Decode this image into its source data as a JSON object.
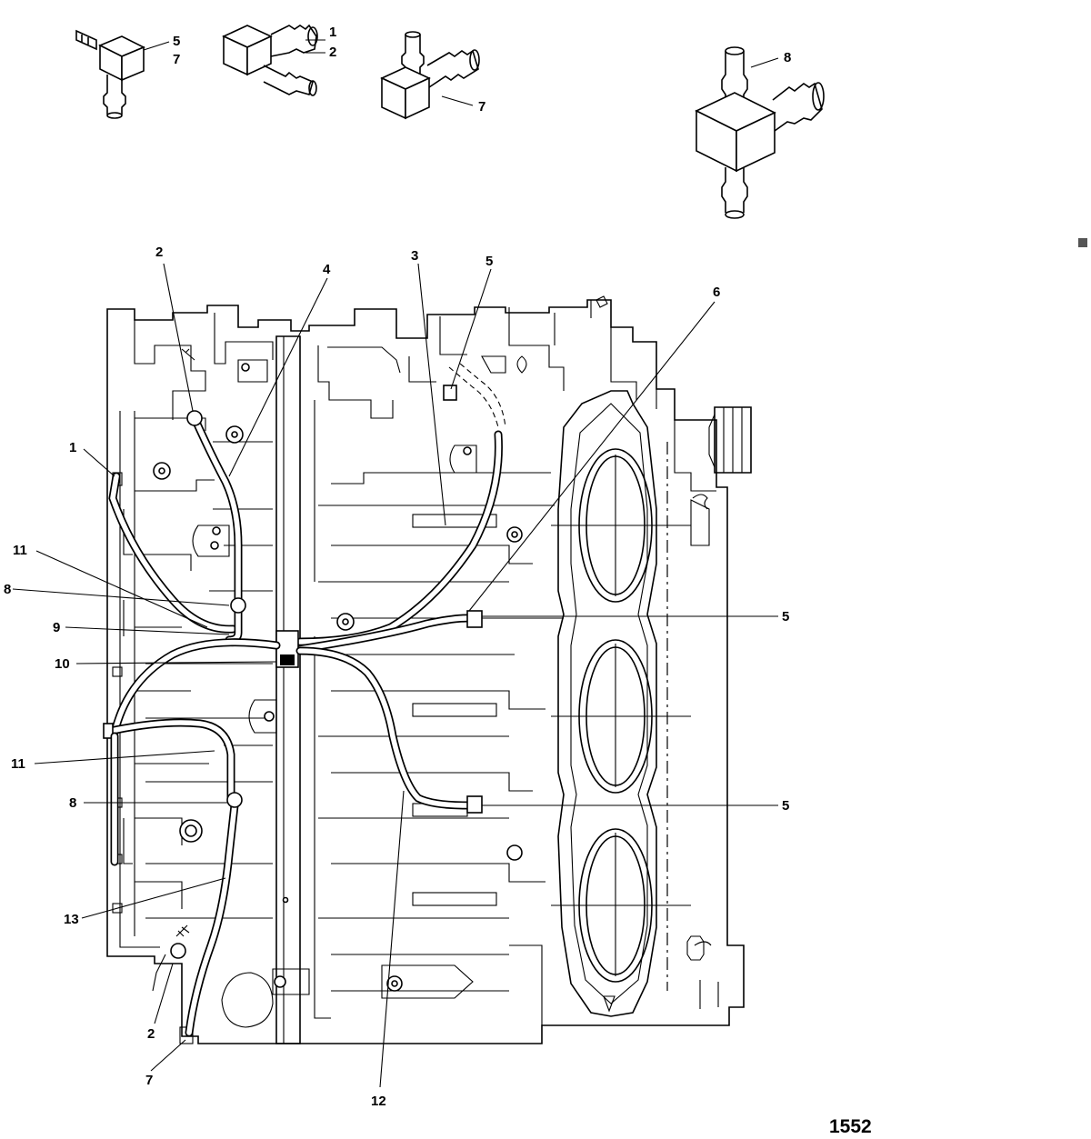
{
  "fittings": {
    "f1": {
      "label_a": "5",
      "label_b": "7"
    },
    "f2": {
      "label_a": "1",
      "label_b": "2"
    },
    "f3": {
      "label_a": "7"
    },
    "f4": {
      "label_a": "8"
    }
  },
  "callouts": {
    "c2_top": "2",
    "c4": "4",
    "c3": "3",
    "c5_top": "5",
    "c6": "6",
    "c1": "1",
    "c11_upper": "11",
    "c8_upper": "8",
    "c9": "9",
    "c10": "10",
    "c11_lower": "11",
    "c8_lower": "8",
    "c13": "13",
    "c2_bottom": "2",
    "c7_bottom": "7",
    "c12": "12",
    "c5_mid": "5",
    "c5_low": "5"
  },
  "figure_number": "1552"
}
